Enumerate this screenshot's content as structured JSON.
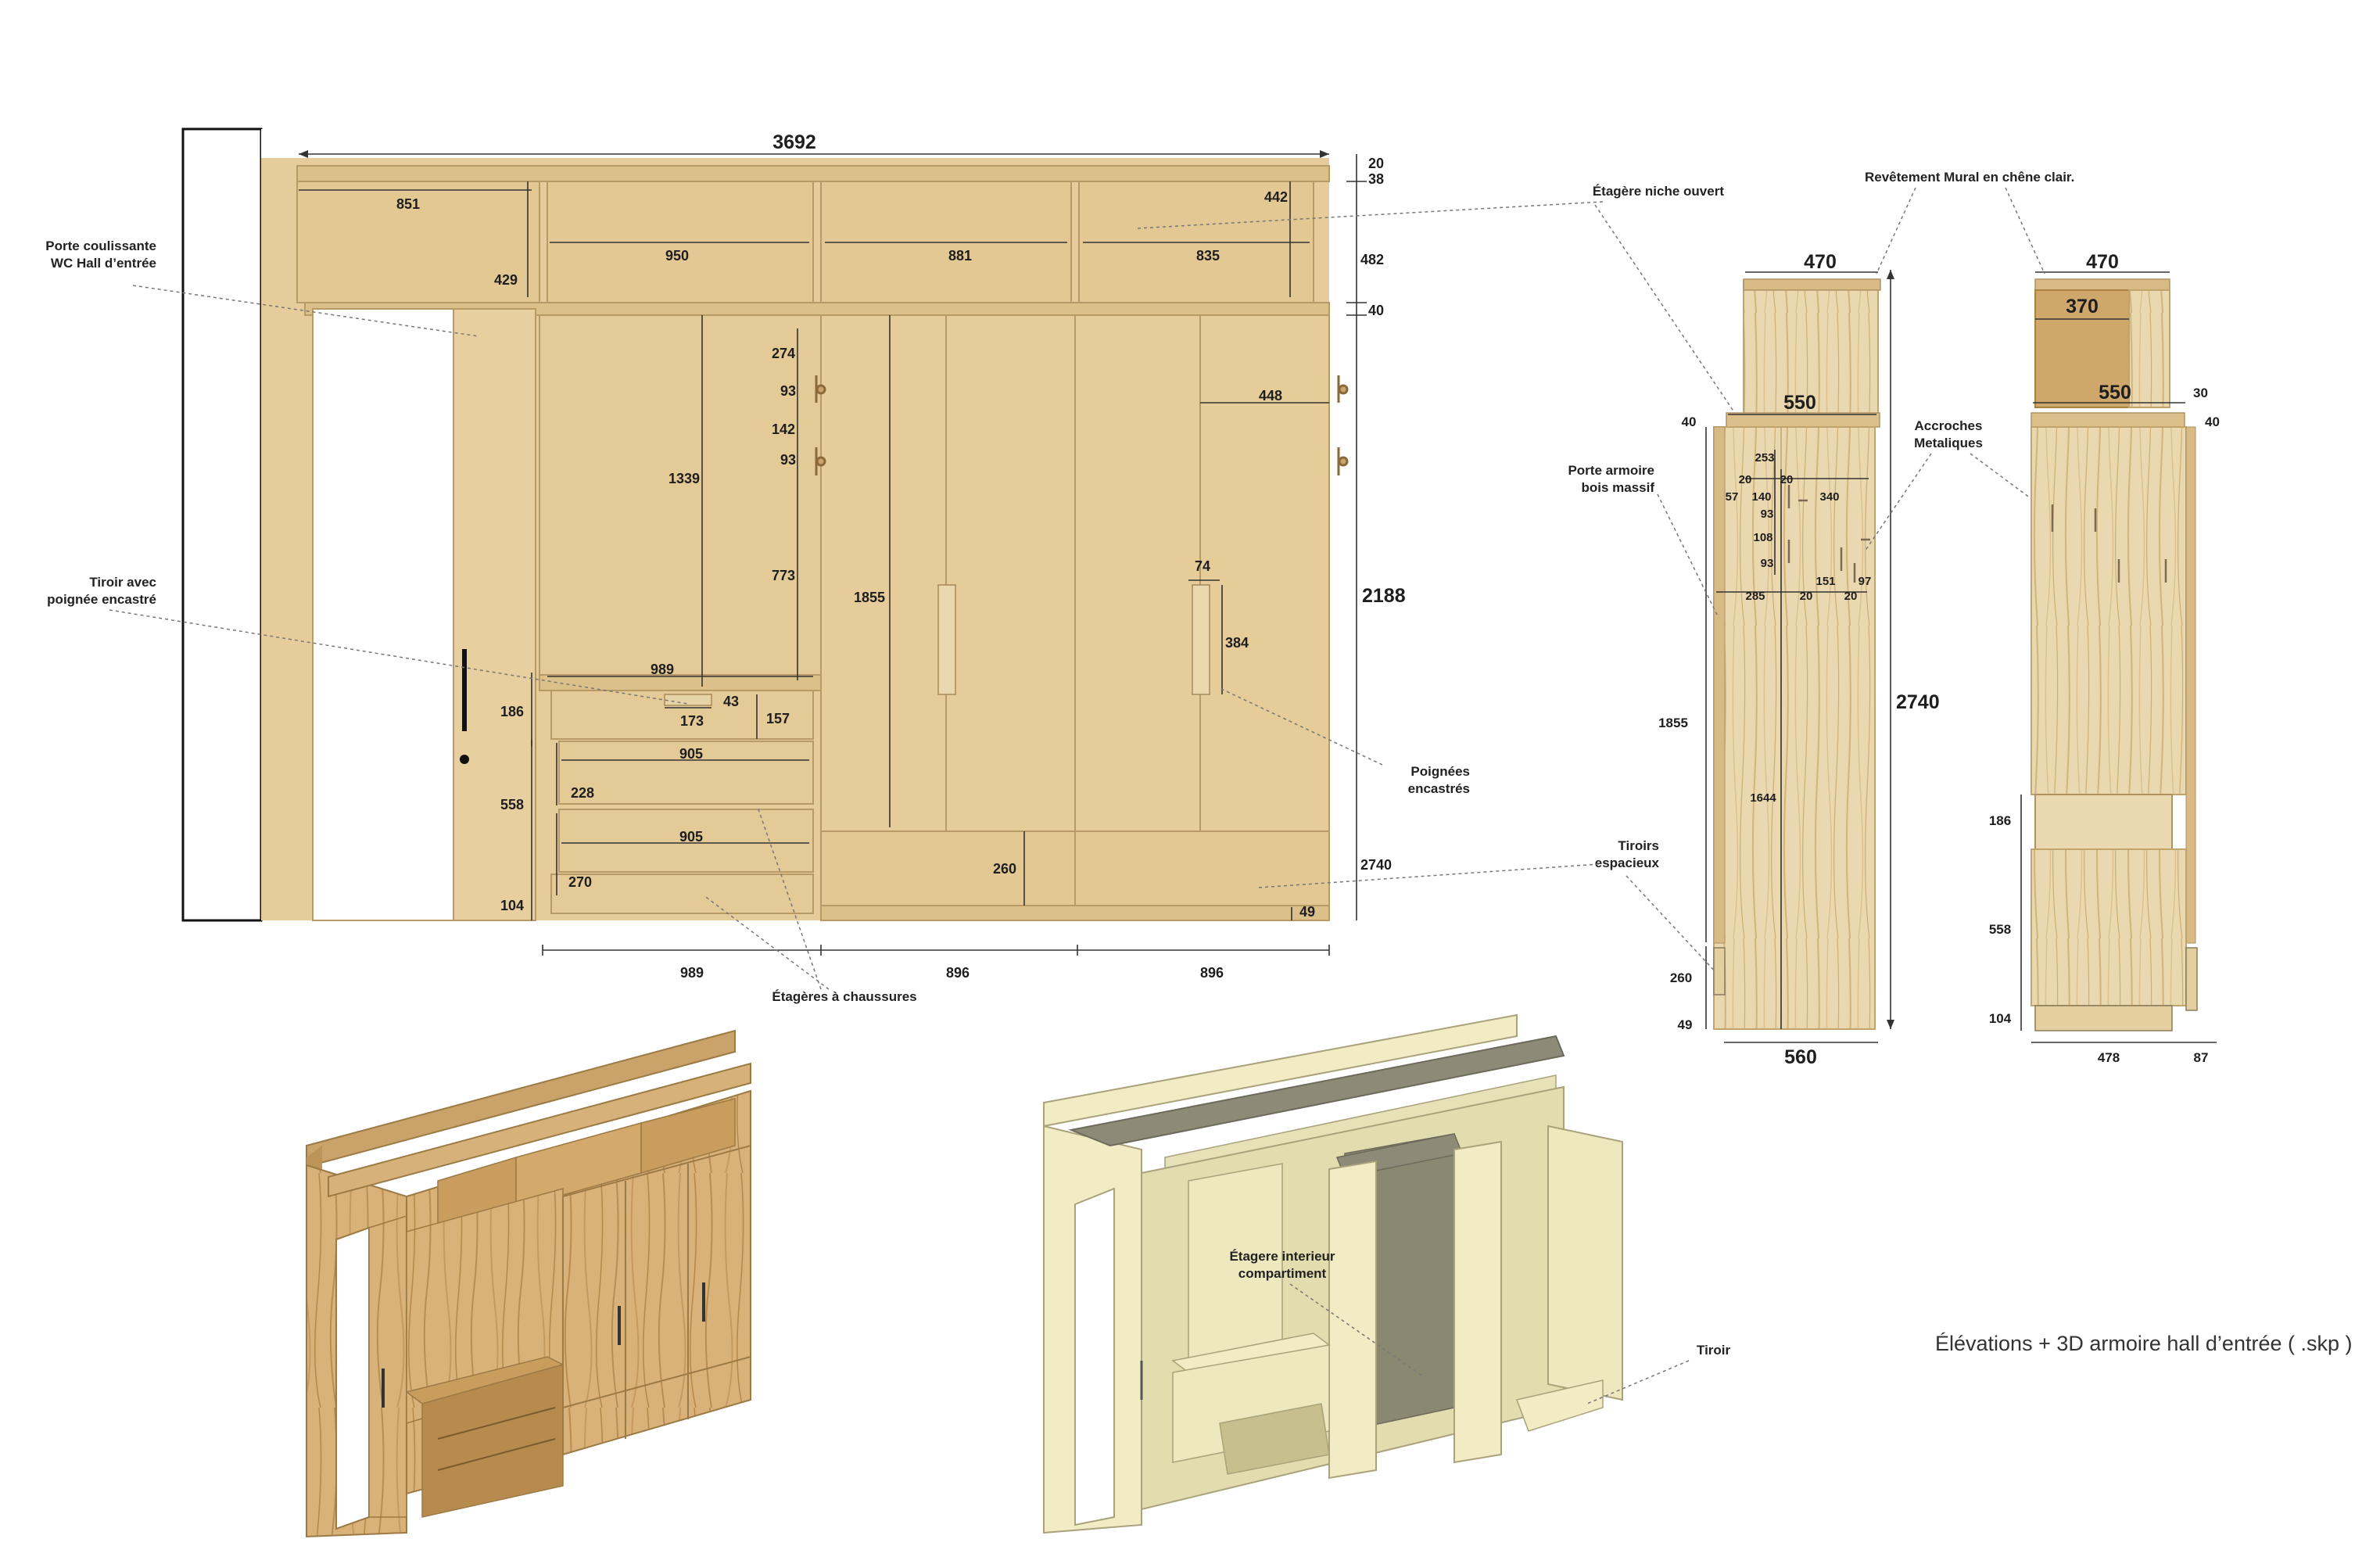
{
  "caption": "Élévations + 3D armoire hall d’entrée ( .skp )",
  "labels": {
    "porte_coulissante": [
      "Porte coulissante",
      "WC Hall d’entrée"
    ],
    "tiroir_poignee": [
      "Tiroir avec",
      "poignée encastré"
    ],
    "etagere_niche": "Étagère niche ouvert",
    "revetement_mural": "Revêtement Mural en chêne clair.",
    "poignees": [
      "Poignées",
      "encastrés"
    ],
    "tiroirs_espacieux": [
      "Tiroirs",
      "espacieux"
    ],
    "etageres_chaussures": "Étagères à chaussures",
    "porte_armoire": [
      "Porte armoire",
      "bois massif"
    ],
    "accroches": [
      "Accroches",
      "Metaliques"
    ],
    "etagere_interieur": [
      "Étagere interieur",
      "compartiment"
    ],
    "tiroir": "Tiroir"
  },
  "front": {
    "total_width": "3692",
    "d_851": "851",
    "d_429": "429",
    "d_950": "950",
    "d_881": "881",
    "d_835": "835",
    "d_442": "442",
    "d_20": "20",
    "d_38": "38",
    "d_482": "482",
    "d_40": "40",
    "d_274": "274",
    "d_93a": "93",
    "d_142": "142",
    "d_93b": "93",
    "d_1339": "1339",
    "d_773": "773",
    "d_1855": "1855",
    "d_448": "448",
    "d_74": "74",
    "d_384": "384",
    "d_2188": "2188",
    "d_989": "989",
    "d_43": "43",
    "d_173": "173",
    "d_157": "157",
    "d_186": "186",
    "d_905a": "905",
    "d_228": "228",
    "d_558": "558",
    "d_905b": "905",
    "d_270": "270",
    "d_104": "104",
    "d_260": "260",
    "d_2740": "2740",
    "d_49": "49",
    "b_989": "989",
    "b_896a": "896",
    "b_896b": "896"
  },
  "side1": {
    "d_470": "470",
    "d_550": "550",
    "d_40": "40",
    "d_253": "253",
    "d_20a": "20",
    "d_20b": "20",
    "d_57": "57",
    "d_140": "140",
    "d_340": "340",
    "d_93a": "93",
    "d_108": "108",
    "d_93b": "93",
    "d_151": "151",
    "d_97": "97",
    "d_285": "285",
    "d_20c": "20",
    "d_20d": "20",
    "d_1855": "1855",
    "d_1644": "1644",
    "d_2740": "2740",
    "d_260": "260",
    "d_49": "49",
    "d_560": "560"
  },
  "side2": {
    "d_470": "470",
    "d_370": "370",
    "d_30": "30",
    "d_550": "550",
    "d_40": "40",
    "d_186": "186",
    "d_558": "558",
    "d_104": "104",
    "d_478": "478",
    "d_87": "87"
  },
  "colors": {
    "panel": "#e6cc9a",
    "panel_dark": "#d9bc86",
    "oak": "#ead8b0",
    "oak_dark": "#c2a36a",
    "cream": "#f1ecc4",
    "cream_dark": "#cfc894",
    "grey_top": "#8e8a78"
  }
}
